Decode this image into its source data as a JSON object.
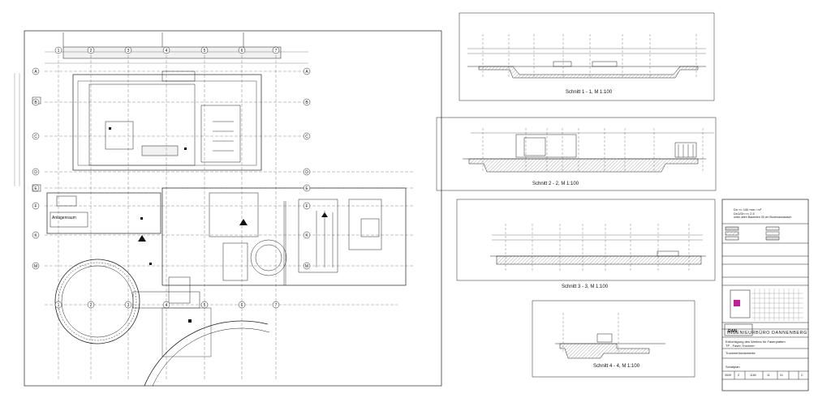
{
  "sections": [
    {
      "title": "Schnitt 1 - 1, M 1:100"
    },
    {
      "title": "Schnitt 2 - 2, M 1:100"
    },
    {
      "title": "Schnitt 3 - 3, M 1:100"
    },
    {
      "title": "Schnitt 4 - 4, M 1:100"
    }
  ],
  "plan": {
    "label_room": "Anlagenraum",
    "grid_cols": [
      "1",
      "2",
      "3",
      "4",
      "5",
      "6",
      "7"
    ],
    "grid_rows": [
      "A",
      "B",
      "C",
      "D",
      "E",
      "F",
      "K",
      "M"
    ]
  },
  "title_block": {
    "company": "INGENIEURBÜRO DANNENBERG",
    "project_line1": "Ertüchtigung des Werkes für Faserplatten",
    "project_line2": "TP - Faser-Trockner",
    "drawing_line1": "Trocknerfundamente",
    "drawing_line2": "Schalplan",
    "legend_line1": "Dn   ≈≈  100 mm / m²",
    "legend_line2": "Dn1/Dn  ≈≈  2,5",
    "legend_line3": "unter allen Bauteilen 30 cm Bodenaustausch",
    "number_cells": [
      "3539",
      "Z",
      "1180",
      "11",
      "01",
      "C"
    ]
  },
  "colors": {
    "line": "#222222",
    "hatch": "#777777",
    "logo_accent": "#c0209a",
    "fill_light": "#d9d9d9"
  }
}
